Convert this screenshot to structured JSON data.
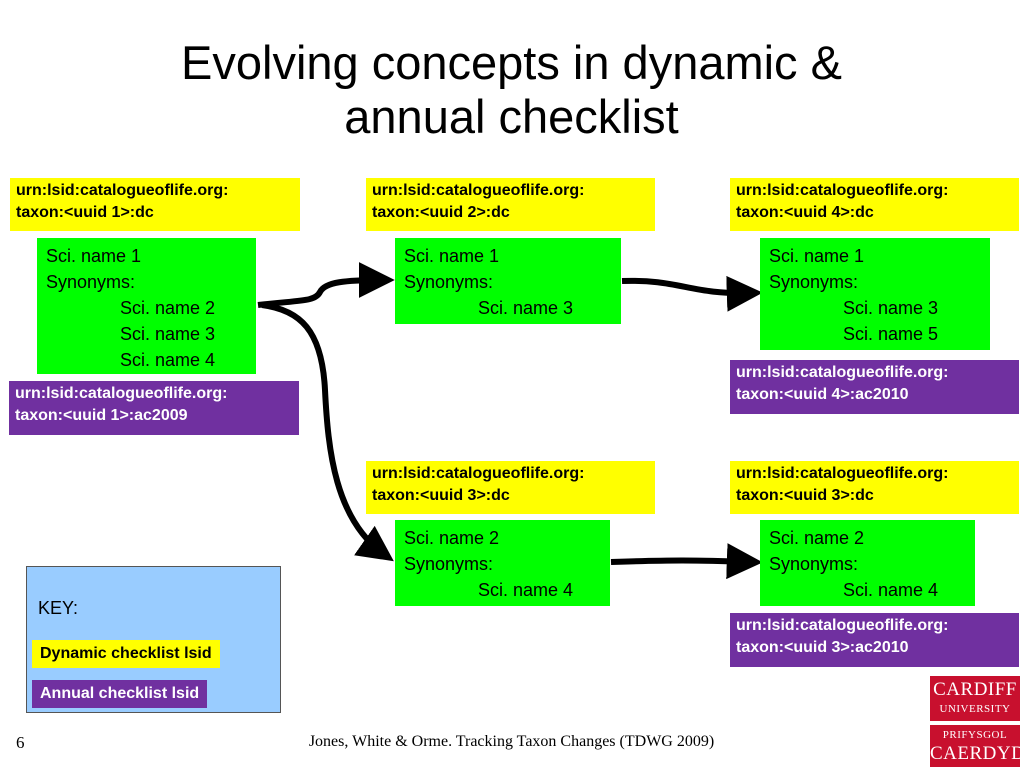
{
  "title": {
    "line1": "Evolving concepts in dynamic &",
    "line2": "annual checklist"
  },
  "dynamic_lsids": {
    "uuid1": {
      "line1": "urn:lsid:catalogueoflife.org:",
      "line2": "taxon:<uuid 1>:dc"
    },
    "uuid2": {
      "line1": "urn:lsid:catalogueoflife.org:",
      "line2": "taxon:<uuid 2>:dc"
    },
    "uuid4": {
      "line1": "urn:lsid:catalogueoflife.org:",
      "line2": "taxon:<uuid 4>:dc"
    },
    "uuid3a": {
      "line1": "urn:lsid:catalogueoflife.org:",
      "line2": "taxon:<uuid 3>:dc"
    },
    "uuid3b": {
      "line1": "urn:lsid:catalogueoflife.org:",
      "line2": "taxon:<uuid 3>:dc"
    }
  },
  "annual_lsids": {
    "uuid1_ac2009": {
      "line1": "urn:lsid:catalogueoflife.org:",
      "line2": "taxon:<uuid 1>:ac2009"
    },
    "uuid4_ac2010": {
      "line1": "urn:lsid:catalogueoflife.org:",
      "line2": "taxon:<uuid 4>:ac2010"
    },
    "uuid3_ac2010": {
      "line1": "urn:lsid:catalogueoflife.org:",
      "line2": "taxon:<uuid 3>:ac2010"
    }
  },
  "concepts": {
    "c1": {
      "name": "Sci. name 1",
      "syn_label": "Synonyms:",
      "synonyms": [
        "Sci. name 2",
        "Sci. name 3",
        "Sci. name 4"
      ]
    },
    "c2": {
      "name": "Sci. name 1",
      "syn_label": "Synonyms:",
      "synonyms": [
        "Sci. name 3"
      ]
    },
    "c4": {
      "name": "Sci. name 1",
      "syn_label": "Synonyms:",
      "synonyms": [
        "Sci. name 3",
        "Sci. name 5"
      ]
    },
    "c3a": {
      "name": "Sci. name 2",
      "syn_label": "Synonyms:",
      "synonyms": [
        "Sci. name 4"
      ]
    },
    "c3b": {
      "name": "Sci. name 2",
      "syn_label": "Synonyms:",
      "synonyms": [
        "Sci. name 4"
      ]
    }
  },
  "key": {
    "title": "KEY:",
    "dynamic_label": "Dynamic checklist lsid",
    "annual_label": "Annual checklist lsid"
  },
  "footer": {
    "slide_number": "6",
    "citation": "Jones, White & Orme. Tracking Taxon Changes (TDWG 2009)"
  },
  "logo": {
    "line1": "CARDIFF",
    "line2": "UNIVERSITY",
    "line3": "PRIFYSGOL",
    "line4": "CAERDYD"
  },
  "colors": {
    "dynamic": "#ffff00",
    "annual": "#7030a0",
    "concept": "#00ff00",
    "key_bg": "#99ccff",
    "logo": "#c8102e"
  }
}
